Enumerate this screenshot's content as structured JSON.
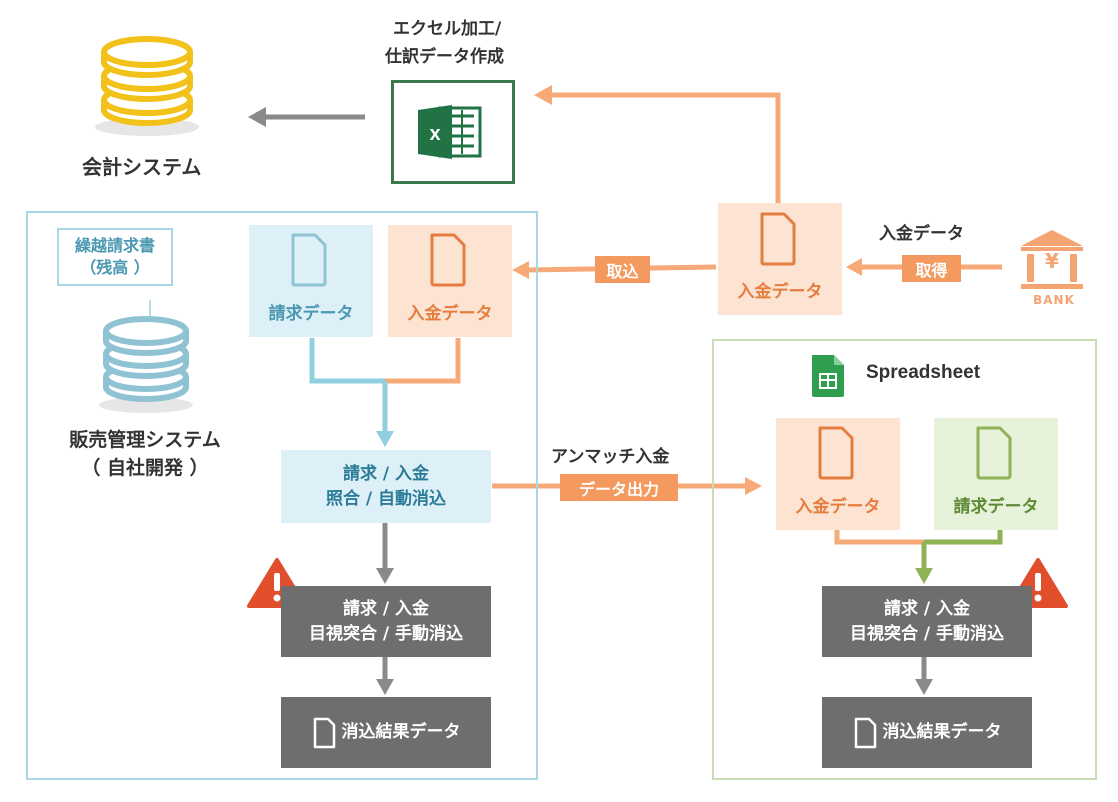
{
  "colors": {
    "orange": "#f7a978",
    "orange_dark": "#e47d3d",
    "orange_fill": "#fce3d2",
    "blue": "#8fcfdf",
    "blue_dark": "#4c98b2",
    "blue_fill": "#ddf0f7",
    "blue_border": "#a8d8e6",
    "green": "#8fb257",
    "green_fill": "#e6f2da",
    "green_border": "#c8deb2",
    "gray": "#6e6e6e",
    "gold": "#f2c21b",
    "warning": "#e04e2c",
    "excel_green": "#217346"
  },
  "accounting": {
    "label": "会計システム"
  },
  "excel": {
    "caption_line1": "エクセル加工/",
    "caption_line2": "仕訳データ作成"
  },
  "bank": {
    "label": "BANK",
    "symbol": "¥",
    "data_label": "入金データ",
    "action_tag": "取得"
  },
  "incoming": {
    "label": "入金データ",
    "import_tag": "取込"
  },
  "sales_system": {
    "note_line1": "繰越請求書",
    "note_line2": "（残高 ）",
    "name_line1": "販売管理システム",
    "name_line2": "（ 自社開発 ）",
    "invoice_label": "請求データ",
    "payment_label": "入金データ",
    "auto_match_line1": "請求 / 入金",
    "auto_match_line2": "照合 / 自動消込",
    "manual_line1": "請求 / 入金",
    "manual_line2": "目視突合 / 手動消込",
    "result_label": "消込結果データ"
  },
  "unmatched": {
    "caption": "アンマッチ入金",
    "tag": "データ出力"
  },
  "spreadsheet": {
    "title": "Spreadsheet",
    "payment_label": "入金データ",
    "invoice_label": "請求データ",
    "manual_line1": "請求 / 入金",
    "manual_line2": "目視突合 / 手動消込",
    "result_label": "消込結果データ"
  },
  "icons": {
    "database": "database-icon",
    "excel": "excel-icon",
    "bank": "bank-icon",
    "document": "document-icon",
    "warning": "warning-icon",
    "sheets": "google-sheets-icon"
  }
}
